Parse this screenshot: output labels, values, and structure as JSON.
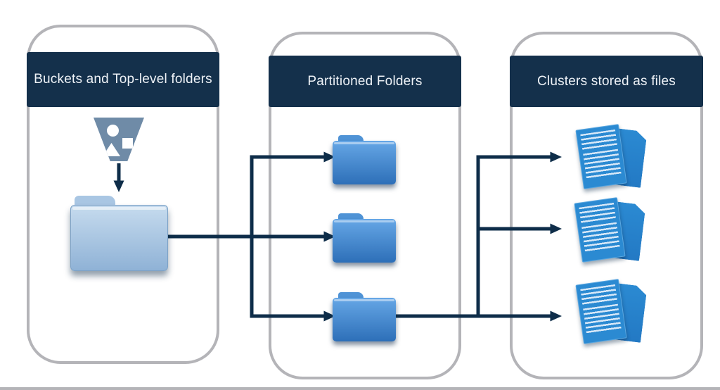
{
  "panels": [
    {
      "title": "Buckets and Top-level folders"
    },
    {
      "title": "Partitioned Folders"
    },
    {
      "title": "Clusters stored as files"
    }
  ],
  "icons": {
    "bucket": "funnel-with-circle-square-triangle",
    "top_level_folder": "large-light-blue-folder",
    "partitioned_folders": [
      "blue-folder",
      "blue-folder",
      "blue-folder"
    ],
    "file_clusters": [
      "document-stack",
      "document-stack",
      "document-stack"
    ]
  },
  "connections": [
    {
      "from": "bucket",
      "to": "top-level-folder"
    },
    {
      "from": "top-level-folder",
      "to": "partitioned-folder-1"
    },
    {
      "from": "top-level-folder",
      "to": "partitioned-folder-2"
    },
    {
      "from": "top-level-folder",
      "to": "partitioned-folder-3"
    },
    {
      "from": "partitioned-folder-3",
      "to": "file-cluster-1"
    },
    {
      "from": "partitioned-folder-3",
      "to": "file-cluster-2"
    },
    {
      "from": "partitioned-folder-3",
      "to": "file-cluster-3"
    }
  ],
  "colors": {
    "navy": "#14304b",
    "arrow": "#0e2d49",
    "panelBorder": "#b4b4b8",
    "funnel": "#6f8ba7",
    "folderLightTop": "#c6dbee",
    "folderLightBottom": "#8fb2d6",
    "folderLightTab": "#a9c6e3",
    "folderBlueTop": "#66a7e6",
    "folderBlueBottom": "#2d6fb8",
    "folderBlueTab": "#4f93d6",
    "fileBlue": "#2b8ad2",
    "fileBlueDark": "#2379c4",
    "headerText": "#eef2f7",
    "pageLine": "#d7e8f8"
  }
}
